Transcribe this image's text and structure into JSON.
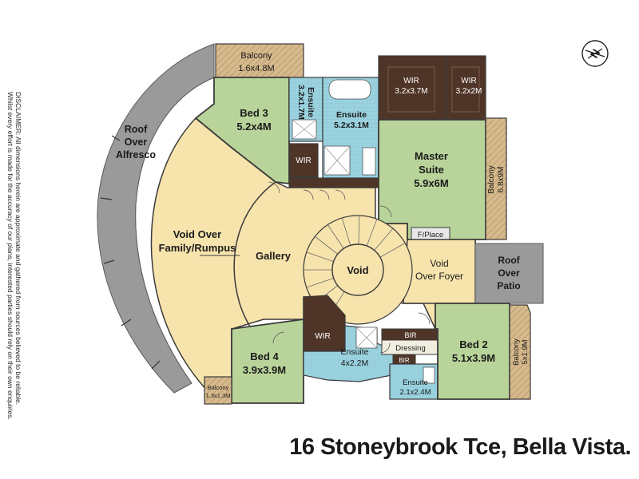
{
  "address": "16 Stoneybrook Tce, Bella Vista.",
  "disclaimer": {
    "line1": "DISCLAIMER: All dimensions herein are approximate and gathered from sources believed to be reliable.",
    "line2": "Whilst every effort is made for the accuracy of our plans, interested parties should rely on their own enquiries."
  },
  "compass": {
    "letter": "N",
    "icon": "north-arrow-icon"
  },
  "rooms": {
    "roof_alfresco": {
      "line1": "Roof",
      "line2": "Over",
      "line3": "Alfresco"
    },
    "balcony_top": {
      "name": "Balcony",
      "size": "1.6x4.8M"
    },
    "bed3": {
      "name": "Bed 3",
      "size": "5.2x4M"
    },
    "ensuite_bed3": {
      "name": "Ensuite",
      "size": "3.2x1.7M"
    },
    "ensuite_master": {
      "name": "Ensuite",
      "size": "5.2x3.1M"
    },
    "wir_master_left": {
      "name": "WIR",
      "size": "3.2x3.7M"
    },
    "wir_master_right": {
      "name": "WIR",
      "size": "3.2x2M"
    },
    "wir_bed3": {
      "name": "WIR"
    },
    "master": {
      "line1": "Master",
      "line2": "Suite",
      "size": "5.9x6M"
    },
    "balcony_master": {
      "name": "Balcony",
      "size": "6.8x9M"
    },
    "fplace": {
      "name": "F/Place"
    },
    "void_family": {
      "line1": "Void Over",
      "line2": "Family/Rumpus"
    },
    "gallery": {
      "name": "Gallery"
    },
    "void": {
      "name": "Void"
    },
    "void_foyer": {
      "line1": "Void",
      "line2": "Over Foyer"
    },
    "roof_patio": {
      "line1": "Roof",
      "line2": "Over",
      "line3": "Patio"
    },
    "bed4": {
      "name": "Bed 4",
      "size": "3.9x3.9M"
    },
    "wir_bed4": {
      "name": "WIR"
    },
    "ensuite_bed4": {
      "name": "Ensuite",
      "size": "4x2.2M"
    },
    "bir_bed2": {
      "name": "BIR"
    },
    "dressing": {
      "name": "Dressing"
    },
    "bir_small": {
      "name": "BIR"
    },
    "ensuite_bed2": {
      "name": "Ensuite",
      "size": "2.1x2.4M"
    },
    "bed2": {
      "name": "Bed 2",
      "size": "5.1x3.9M"
    },
    "balcony_bed2": {
      "name": "Balcony",
      "size": "5x1.9M"
    },
    "balcony_small": {
      "name": "Balcony",
      "size": "1.3x1.3M"
    }
  },
  "colors": {
    "bedroom": "#b9d49a",
    "void": "#f7e4ad",
    "wardrobe": "#4f3527",
    "bathroom": "#9bd2df",
    "balcony": "#d6b98c",
    "roof": "#9a9a9a",
    "wall": "#3a3a3a"
  }
}
